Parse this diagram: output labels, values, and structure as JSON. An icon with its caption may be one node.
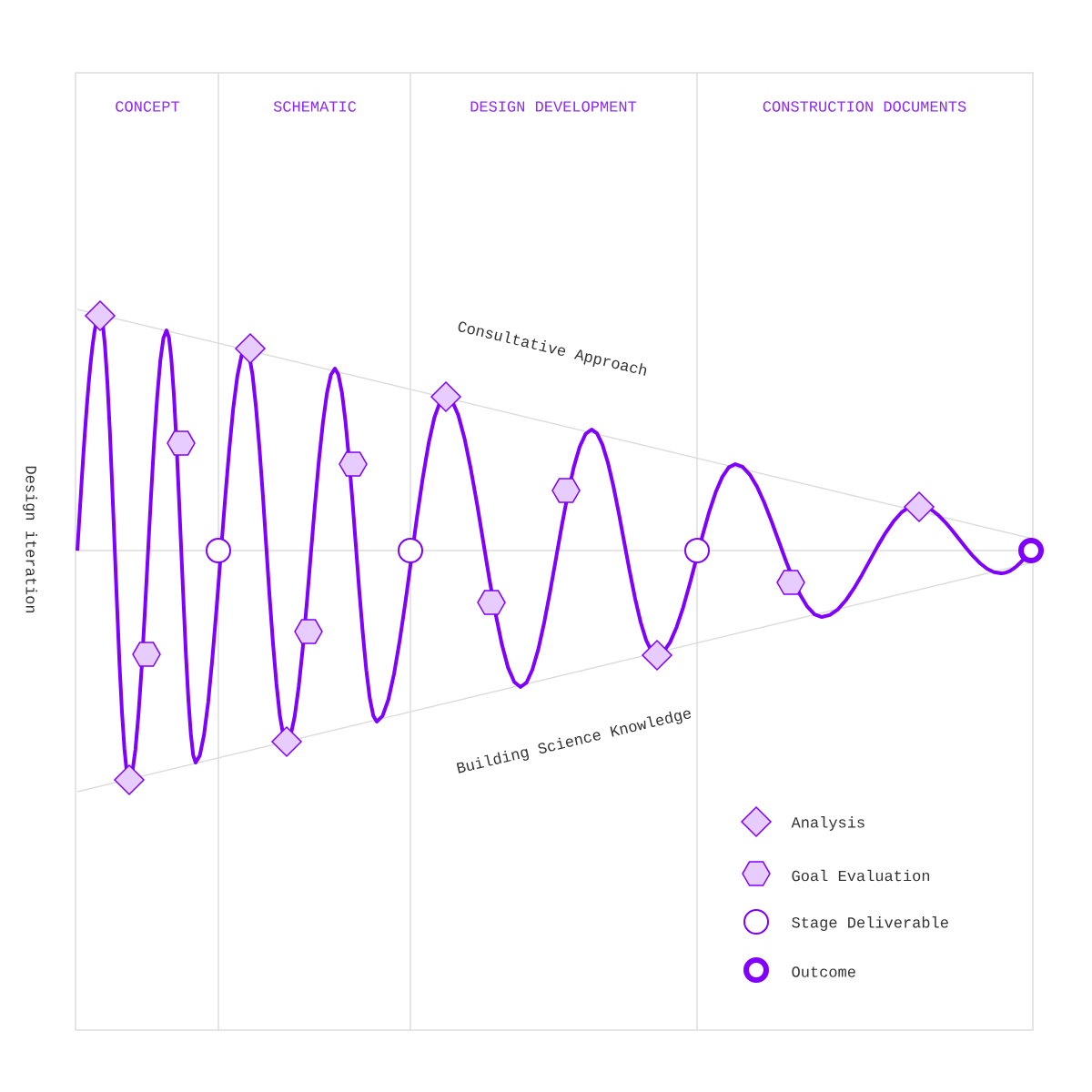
{
  "diagram": {
    "labels": [
      "CONCEPT",
      "SCHEMATIC",
      "DESIGN DEVELOPMENT",
      "CONSTRUCTION DOCUMENTS",
      "Consultative Approach",
      "Building Science Knowledge",
      "Design iteration"
    ],
    "legend": [
      {
        "text": "Analysis"
      },
      {
        "text": "Goal Evaluation"
      },
      {
        "text": "Stage Deliverable"
      },
      {
        "text": "Outcome"
      }
    ]
  }
}
